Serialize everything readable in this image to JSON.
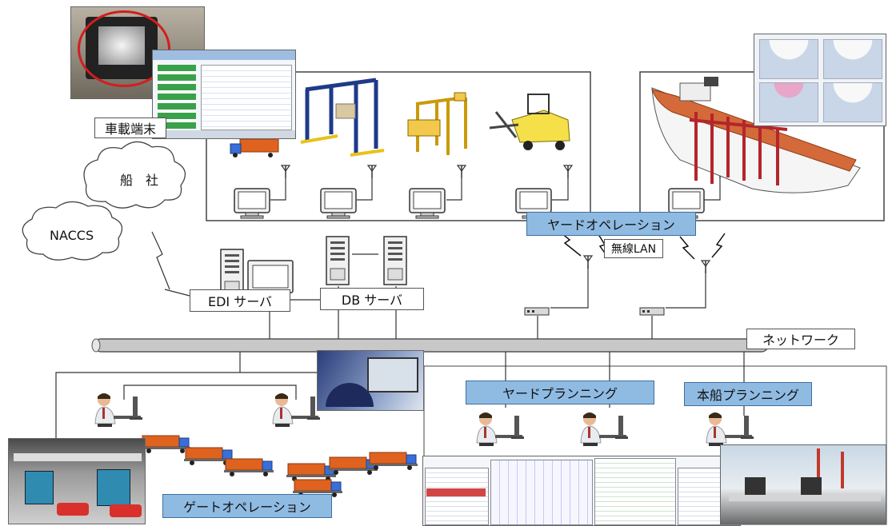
{
  "labels": {
    "onboard_terminal": "車載端末",
    "shipping_line": "船　社",
    "naccs": "NACCS",
    "edi_server": "EDI サーバ",
    "db_server": "DB サーバ",
    "yard_operation": "ヤードオペレーション",
    "wireless_lan": "無線LAN",
    "network": "ネットワーク",
    "yard_planning": "ヤードプランニング",
    "vessel_planning": "本船プランニング",
    "gate_operation": "ゲートオペレーション"
  },
  "colors": {
    "label_blue": "#8fbbe3",
    "crane_blue": "#1f3a8a",
    "crane_yellow": "#e8c21a",
    "truck_orange": "#e0621f",
    "ship_red": "#b3262b",
    "backbone": "#c8c8c8"
  },
  "icons": [
    "antenna-icon",
    "monitor-icon",
    "server-tower-icon",
    "cloud-icon",
    "operator-workstation-icon",
    "network-hub-icon",
    "lightning-icon"
  ]
}
